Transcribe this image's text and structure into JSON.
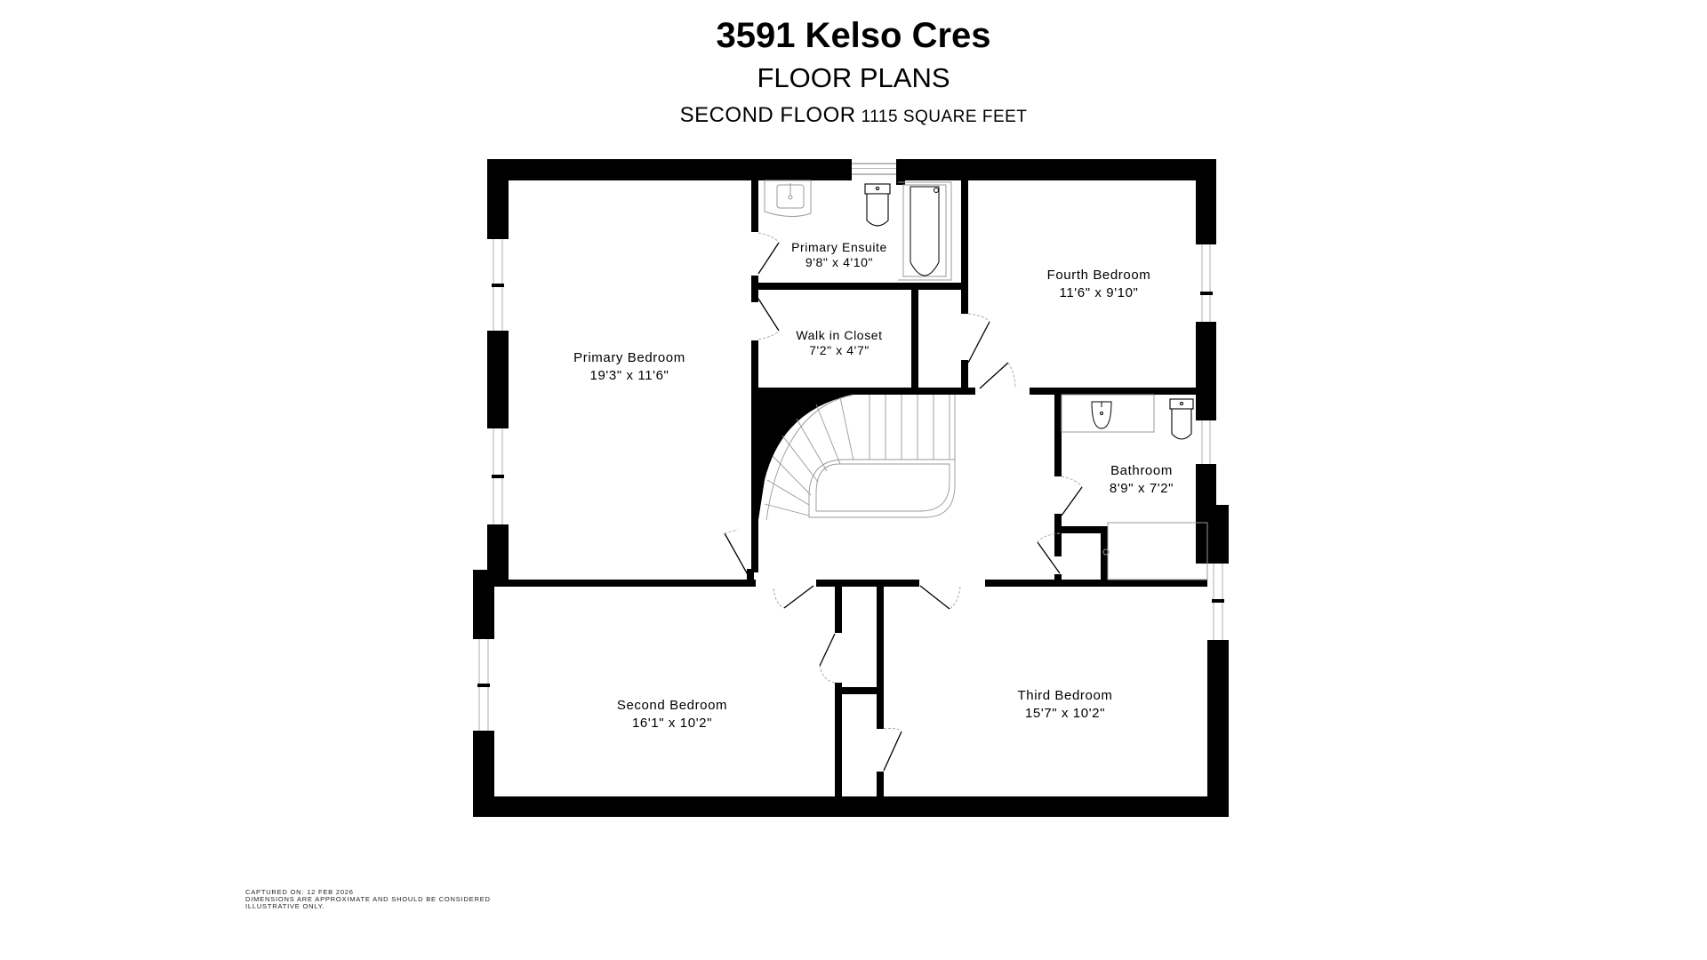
{
  "header": {
    "address": "3591 Kelso Cres",
    "subtitle": "FLOOR PLANS",
    "floor_name": "SECOND FLOOR",
    "floor_area": "1115 SQUARE FEET"
  },
  "rooms": [
    {
      "name": "Primary Bedroom",
      "dims": "19'3\" x 11'6\""
    },
    {
      "name": "Primary Ensuite",
      "dims": "9'8\" x 4'10\""
    },
    {
      "name": "Walk in Closet",
      "dims": "7'2\" x 4'7\""
    },
    {
      "name": "Fourth Bedroom",
      "dims": "11'6\" x 9'10\""
    },
    {
      "name": "Bathroom",
      "dims": "8'9\" x 7'2\""
    },
    {
      "name": "Second Bedroom",
      "dims": "16'1\" x 10'2\""
    },
    {
      "name": "Third Bedroom",
      "dims": "15'7\" x 10'2\""
    }
  ],
  "footer": {
    "captured": "CAPTURED ON: 12 FEB 2026",
    "disclaimer_1": "DIMENSIONS ARE APPROXIMATE AND SHOULD BE CONSIDERED",
    "disclaimer_2": "ILLUSTRATIVE ONLY."
  },
  "colors": {
    "wall": "#000000",
    "fixture_line": "#999999",
    "background": "#ffffff"
  }
}
